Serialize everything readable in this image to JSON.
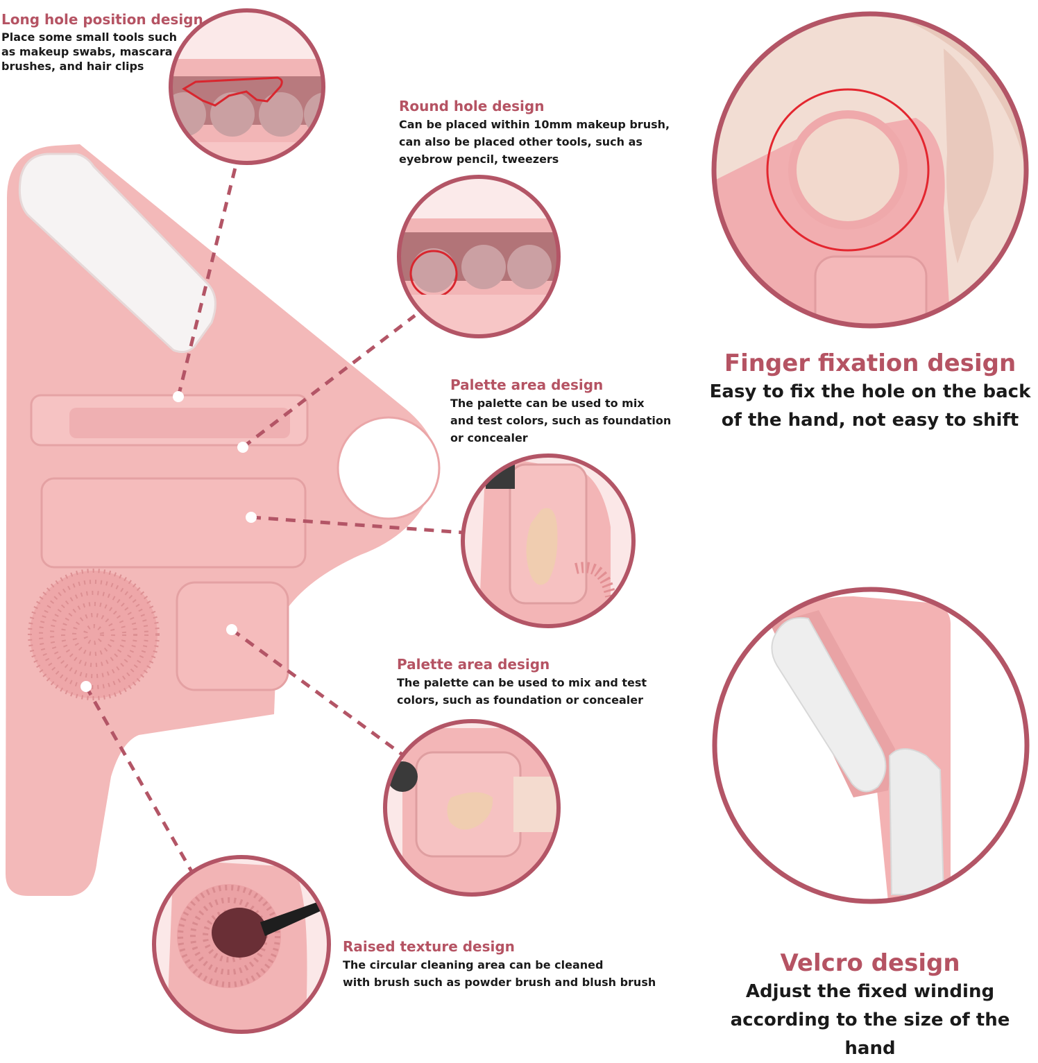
{
  "colors": {
    "accent": "#b55363",
    "ring": "#b35566",
    "product_pink": "#f3b9b9",
    "product_shadow": "#e9a4a6",
    "velcro": "#f4f4f4",
    "text": "#1a1a1a"
  },
  "callouts": [
    {
      "title": "Long hole position design",
      "lines": [
        "Place some small tools such",
        "as makeup swabs, mascara",
        "brushes, and hair clips"
      ]
    },
    {
      "title": "Round hole design",
      "lines": [
        "Can be placed within 10mm makeup brush,",
        "can also be placed other tools, such as",
        "eyebrow pencil, tweezers"
      ]
    },
    {
      "title": "Palette area design",
      "lines": [
        "The palette can be used to mix",
        "and test colors, such as foundation",
        "or concealer"
      ]
    },
    {
      "title": "Palette area design",
      "lines": [
        "The palette can be used to mix and test",
        "colors, such as foundation or concealer"
      ]
    },
    {
      "title": "Raised texture design",
      "lines": [
        "The circular cleaning area can be cleaned",
        "with brush such as powder brush and blush brush"
      ]
    }
  ],
  "features": [
    {
      "title": "Finger fixation design",
      "lines": [
        "Easy to fix the hole on the back",
        "of the hand, not easy to shift"
      ]
    },
    {
      "title": "Velcro design",
      "lines": [
        "Adjust the fixed winding",
        "according to the size of the hand"
      ]
    }
  ]
}
